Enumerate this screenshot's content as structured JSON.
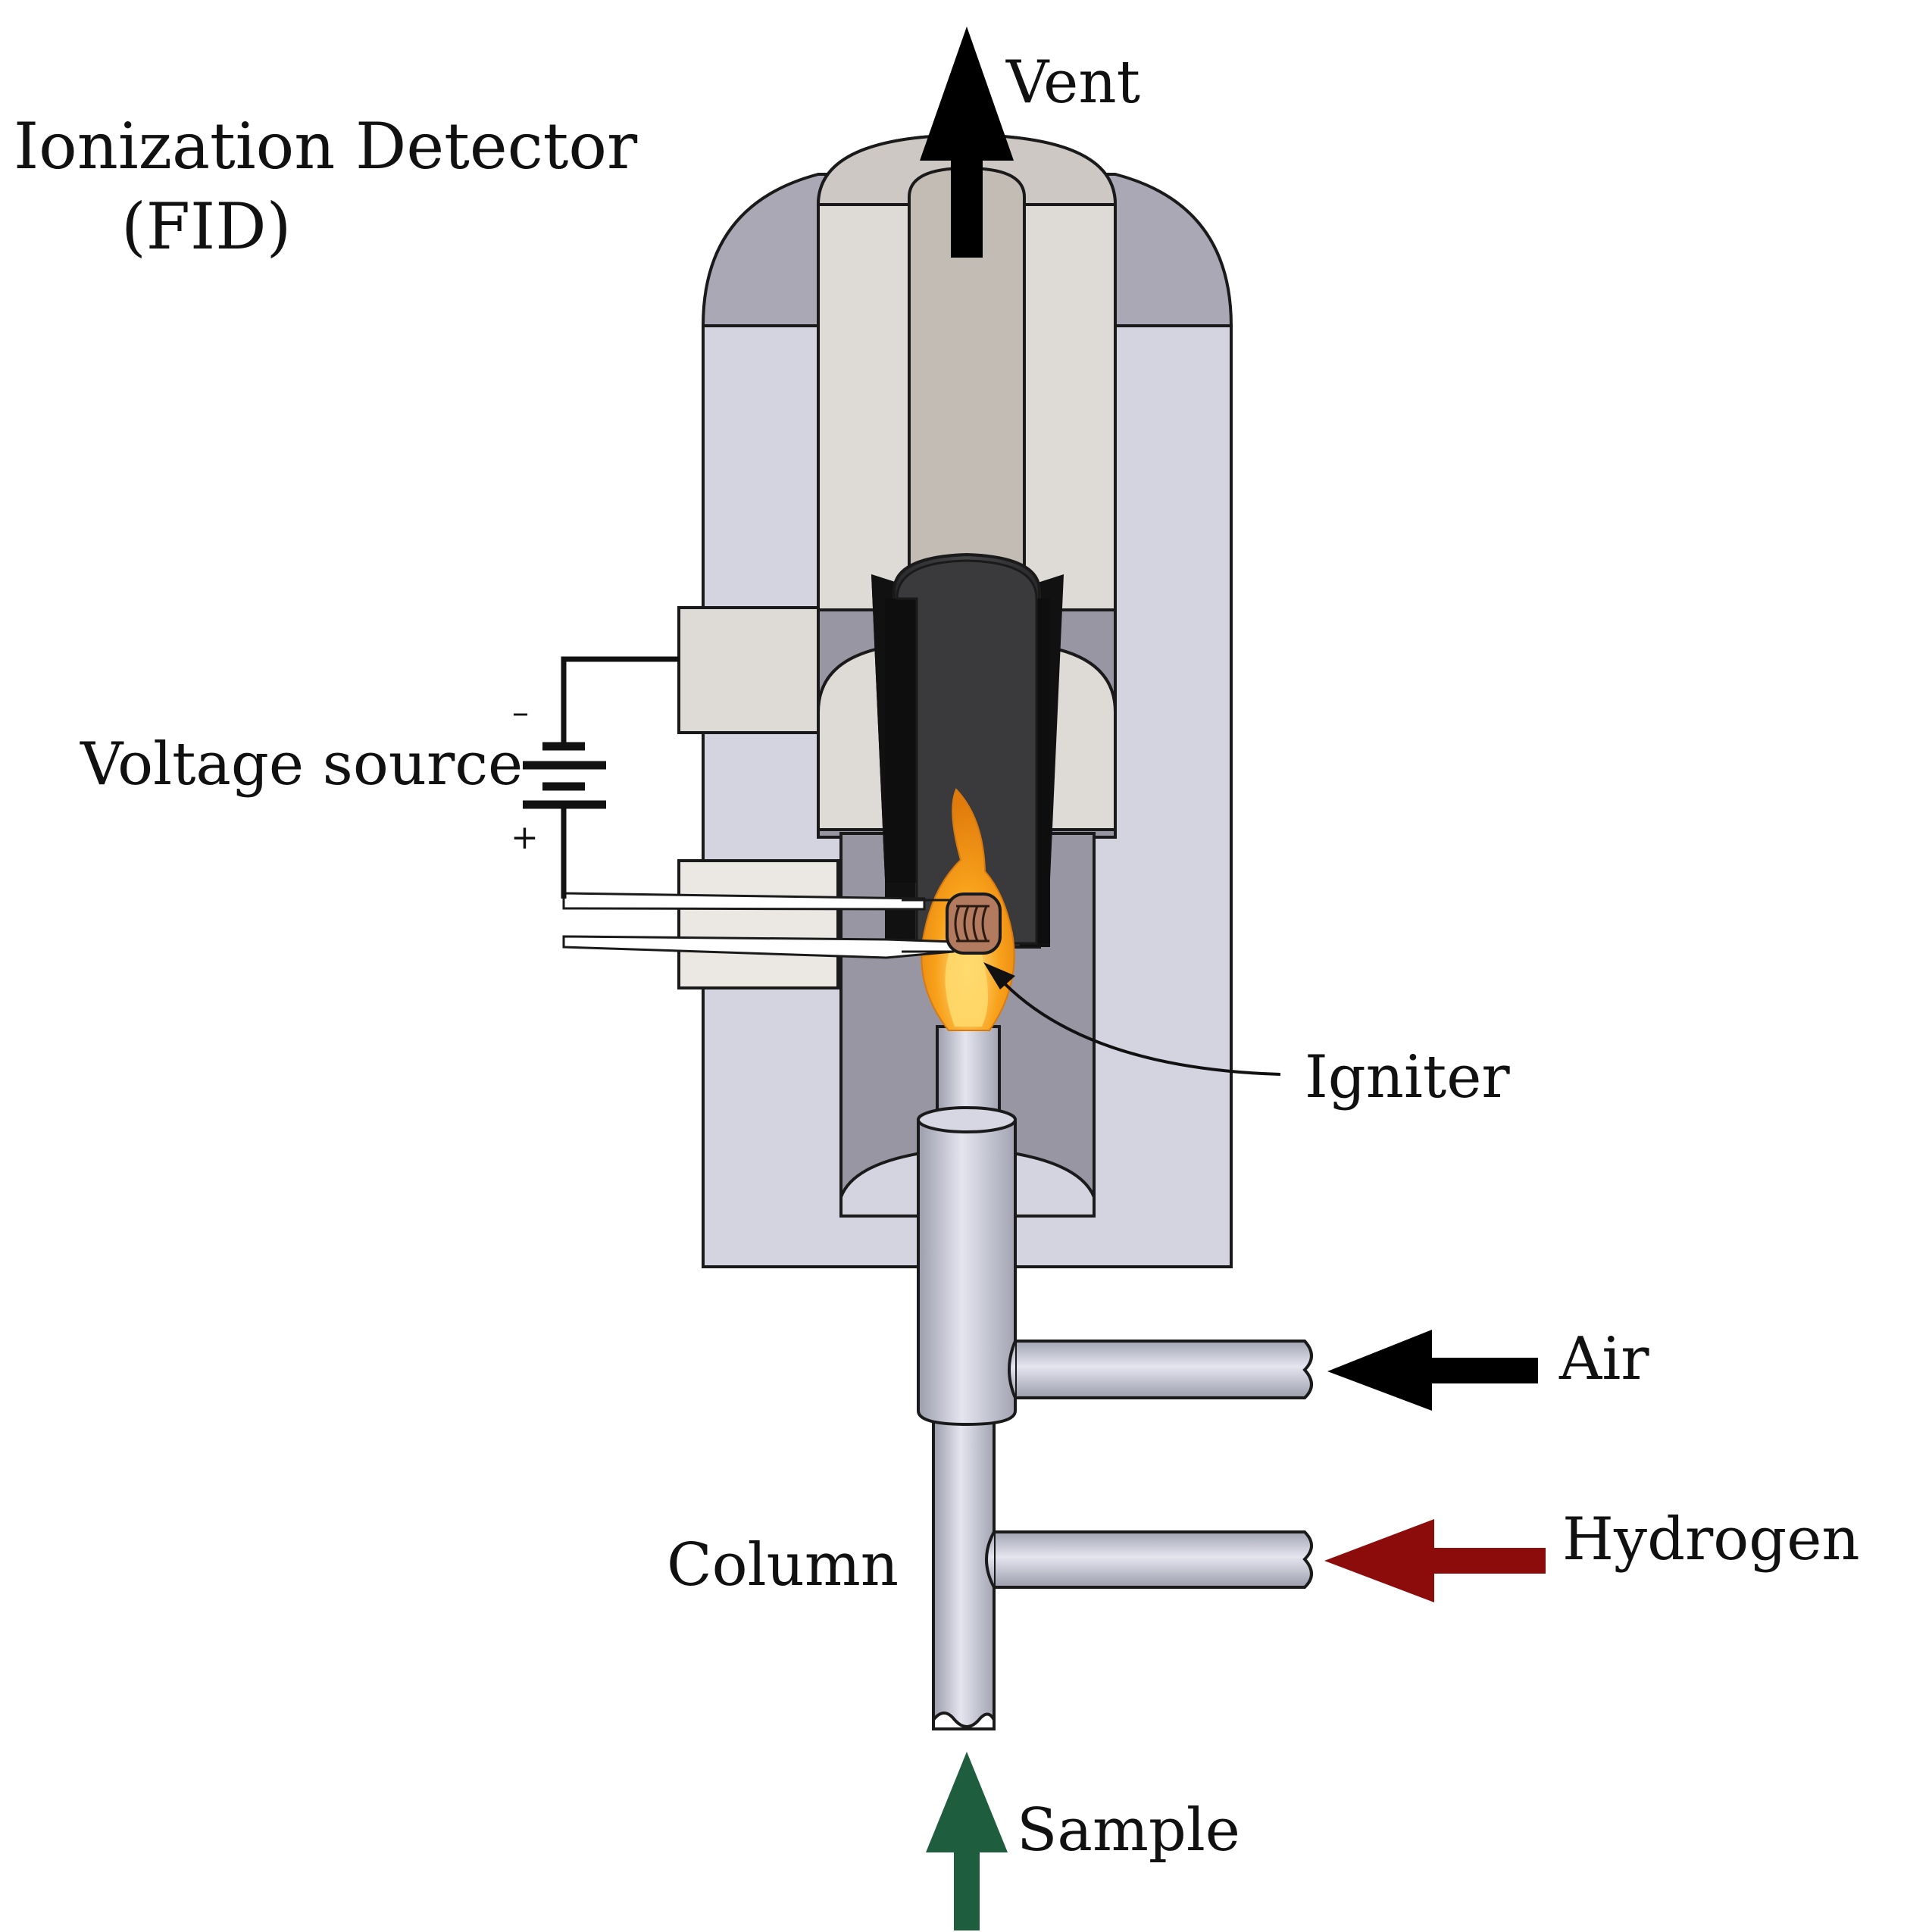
{
  "title": {
    "line1": "Ionization Detector",
    "line2": "(FID)"
  },
  "labels": {
    "vent": "Vent",
    "voltage_source": "Voltage source",
    "minus": "–",
    "plus": "+",
    "igniter": "Igniter",
    "air": "Air",
    "hydrogen": "Hydrogen",
    "column": "Column",
    "sample": "Sample"
  },
  "colors": {
    "outline": "#1a1a1a",
    "housing": "#d4d3e0",
    "cap_dark": "#a9a8b4",
    "cap_light": "#cdc8c4",
    "insulator": "#dedad6",
    "chimney": "#c3bcb5",
    "chamber": "#9896a3",
    "collector": "#3a393c",
    "pipe": "#c2c3cf",
    "air_arrow": "#000000",
    "hydrogen_arrow": "#8c0c0c",
    "sample_arrow": "#1e5e3f",
    "vent_arrow": "#000000",
    "flame_outer": "#f7a21b",
    "flame_inner": "#ffd86a",
    "igniter_coil": "#b27a5e"
  },
  "icons": {
    "battery": "battery-icon",
    "flame": "flame-icon",
    "igniter_coil": "coil-icon"
  }
}
